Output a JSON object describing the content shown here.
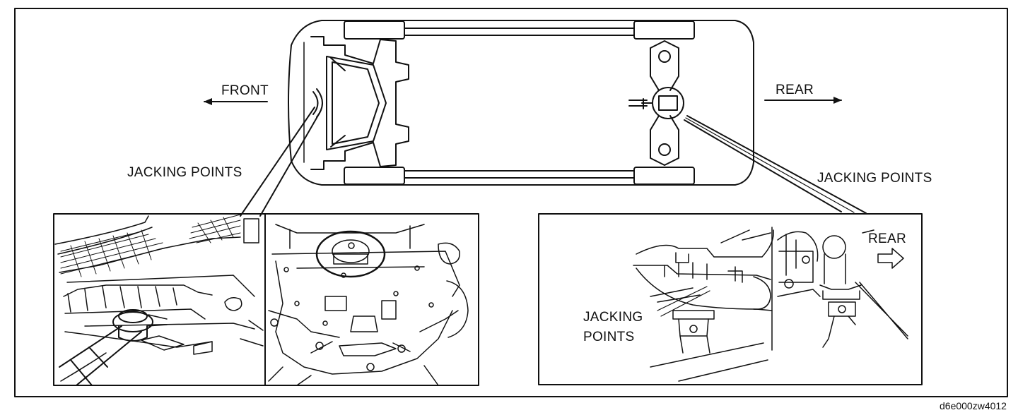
{
  "labels": {
    "front": "FRONT",
    "rear": "REAR",
    "jacking_points_left": "JACKING POINTS",
    "jacking_points_right": "JACKING POINTS",
    "inset_rear": "REAR",
    "inset_jacking_line1": "JACKING",
    "inset_jacking_line2": "POINTS"
  },
  "reference_code": "d6e000zw4012",
  "colors": {
    "ink": "#111111",
    "paper": "#ffffff"
  }
}
